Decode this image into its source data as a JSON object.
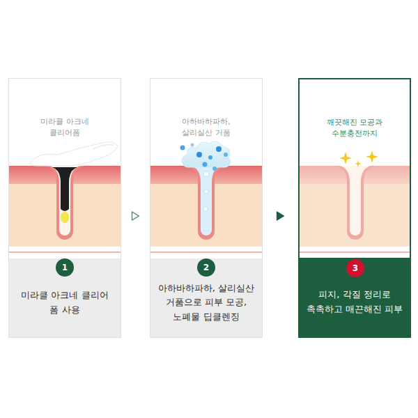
{
  "diagram": {
    "nodes": [
      {
        "text": [
          "미라클 아크네 클리어폼",
          "미라클 아크네 클리어 폼 사용"
        ]
      },
      {
        "text": [
          "1"
        ],
        "in": 0
      },
      {
        "text": [
          "아하바하파하, 살리실산 거품",
          "아하바하파하, 살리실산 거품으로 피부 모공, 노폐물 딥클렌징"
        ]
      },
      {
        "text": [
          "2"
        ],
        "in": 2
      },
      {
        "text": [
          "깨끗해진 모공과 수분충전까지",
          "피지, 각질 정리로 촉촉하고 매끈해진 피부"
        ]
      },
      {
        "text": [
          "3"
        ],
        "in": 4
      }
    ],
    "edges": [
      {
        "from": 0,
        "to": 2,
        "arrow": "to"
      },
      {
        "from": 2,
        "to": 4,
        "arrow": "to"
      }
    ]
  }
}
